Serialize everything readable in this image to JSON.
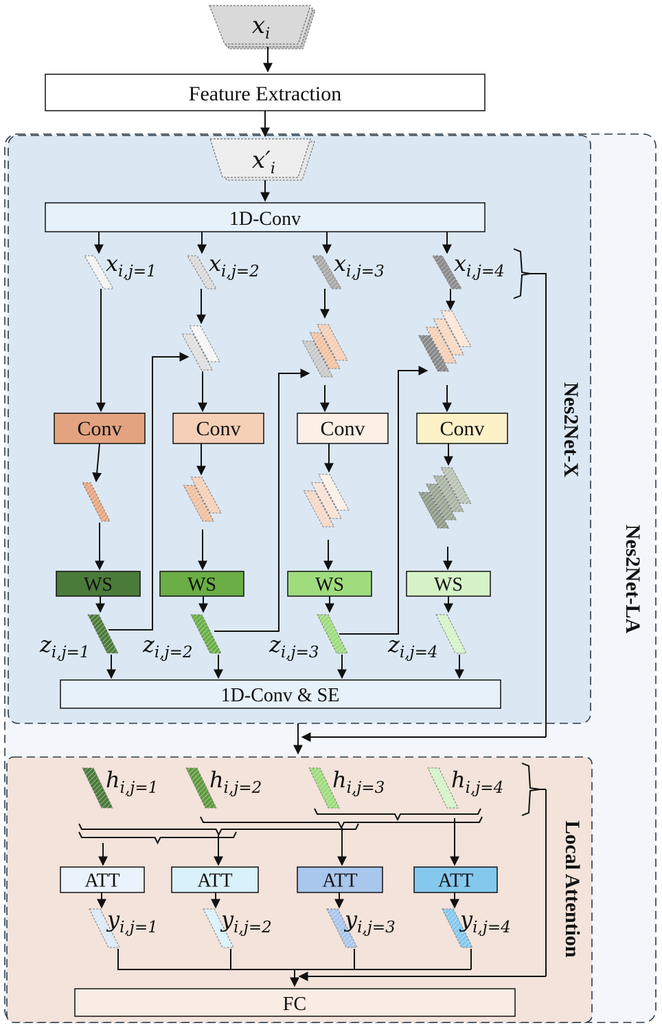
{
  "input": {
    "label": "x",
    "sub": "i"
  },
  "feature_extraction": "Feature Extraction",
  "input2": {
    "label": "x′",
    "sub": "i"
  },
  "conv1d": "1D-Conv",
  "splits": [
    {
      "base": "x",
      "sub": "i,j=1"
    },
    {
      "base": "x",
      "sub": "i,j=2"
    },
    {
      "base": "x",
      "sub": "i,j=3"
    },
    {
      "base": "x",
      "sub": "i,j=4"
    }
  ],
  "conv_label": "Conv",
  "ws_label": "WS",
  "z_labels": [
    {
      "base": "z",
      "sub": "i,j=1"
    },
    {
      "base": "z",
      "sub": "i,j=2"
    },
    {
      "base": "z",
      "sub": "i,j=3"
    },
    {
      "base": "z",
      "sub": "i,j=4"
    }
  ],
  "conv_se": "1D-Conv & SE",
  "h_labels": [
    {
      "base": "h",
      "sub": "i,j=1"
    },
    {
      "base": "h",
      "sub": "i,j=2"
    },
    {
      "base": "h",
      "sub": "i,j=3"
    },
    {
      "base": "h",
      "sub": "i,j=4"
    }
  ],
  "att_label": "ATT",
  "y_labels": [
    {
      "base": "y",
      "sub": "i,j=1"
    },
    {
      "base": "y",
      "sub": "i,j=2"
    },
    {
      "base": "y",
      "sub": "i,j=3"
    },
    {
      "base": "y",
      "sub": "i,j=4"
    }
  ],
  "fc": "FC",
  "module_labels": {
    "nes2net_x": "Nes2Net-X",
    "nes2net_la": "Nes2Net-LA",
    "local_attention": "Local Attention"
  },
  "colors": {
    "outer_bg": "#f3f6fb",
    "nes2net_x_bg": "#dbe8f4",
    "local_attention_bg": "#f3e3da",
    "conv_fills": [
      "#e3a380",
      "#f5cfb6",
      "#fcefe6",
      "#fdf1c8"
    ],
    "ws_fills": [
      "#4b7b3a",
      "#6aae45",
      "#9fdc7e",
      "#d6f3c7"
    ],
    "att_fills": [
      "#eaf3fc",
      "#d9f1fb",
      "#a9c6ec",
      "#85c8ee"
    ]
  }
}
